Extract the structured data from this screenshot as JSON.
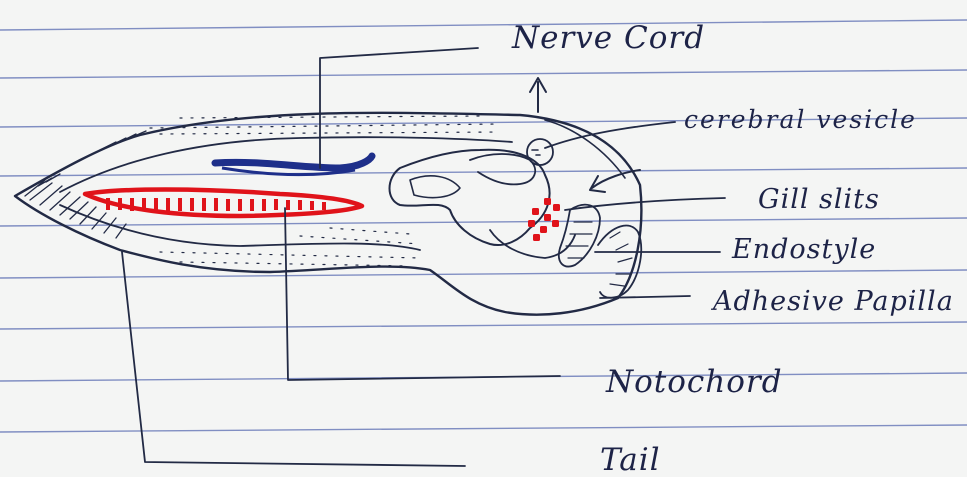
{
  "labels": {
    "nerve_cord": "Nerve Cord",
    "cerebral_vesicle": "cerebral vesicle",
    "gill_slits": "Gill slits",
    "endostyle": "Endostyle",
    "adhesive_papilla": "Adhesive Papilla",
    "notochord": "Notochord",
    "tail": "Tail"
  },
  "colors": {
    "ink": "#222a45",
    "label_ink": "#1d2347",
    "nerve_cord": "#1e2f8a",
    "notochord": "#e0131a",
    "gill_slits": "#e0131a",
    "paper": "#f4f5f4",
    "ruling": "#5a6cb2"
  }
}
